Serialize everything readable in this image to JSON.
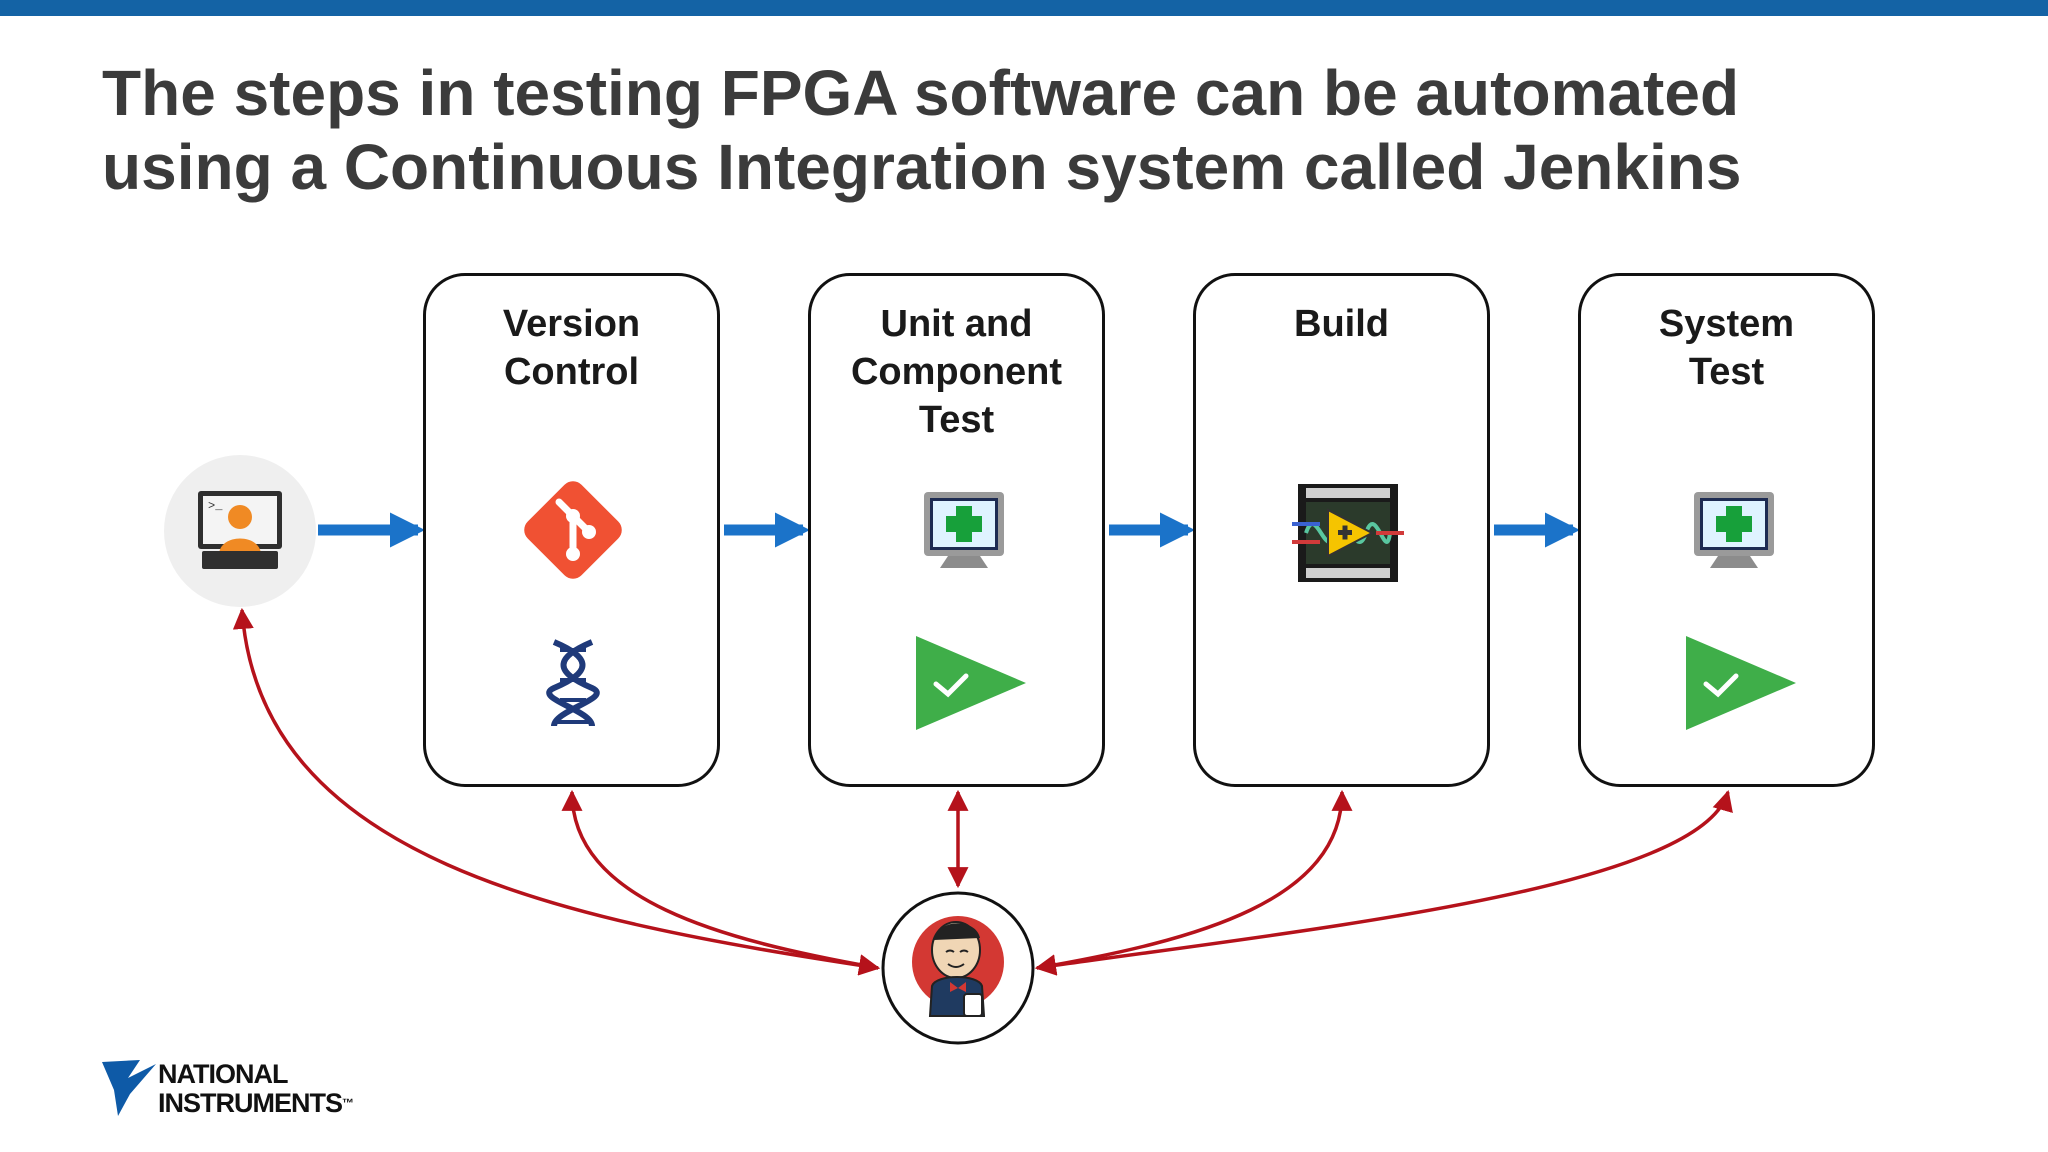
{
  "slide": {
    "title_line1": "The steps in testing FPGA software can be automated",
    "title_line2": "using a Continuous Integration system called Jenkins"
  },
  "stages": [
    {
      "label": "Version\nControl",
      "icons": [
        "git-icon",
        "dna-helix-icon"
      ]
    },
    {
      "label": "Unit and\nComponent\nTest",
      "icons": [
        "unit-test-monitor-icon",
        "run-test-play-icon"
      ]
    },
    {
      "label": "Build",
      "icons": [
        "labview-fpga-build-icon"
      ]
    },
    {
      "label": "System\nTest",
      "icons": [
        "system-test-monitor-icon",
        "run-test-play-icon"
      ]
    }
  ],
  "developer": {
    "icon": "developer-workstation-icon"
  },
  "jenkins": {
    "icon": "jenkins-butler-icon"
  },
  "colors": {
    "accent_blue": "#1463a5",
    "flow_arrow": "#1b73c9",
    "link_red": "#b5121b",
    "git_orange": "#f05133",
    "test_green": "#3fae49"
  },
  "logo": {
    "line1": "NATIONAL",
    "line2": "INSTRUMENTS",
    "trademark": "™"
  }
}
